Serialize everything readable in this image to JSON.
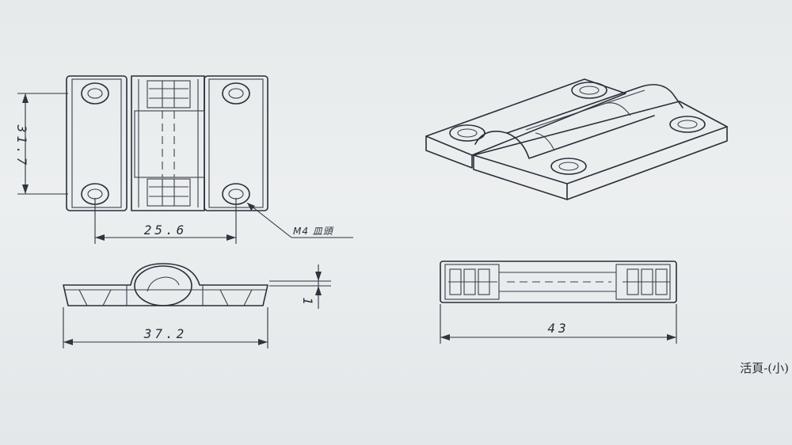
{
  "dimensions": {
    "height_front": "31.7",
    "hole_spacing": "25.6",
    "width_side": "37.2",
    "thickness": "1",
    "length_top": "43"
  },
  "annotations": {
    "thread_callout": "M4 皿頭"
  },
  "caption": "活頁-(小)"
}
